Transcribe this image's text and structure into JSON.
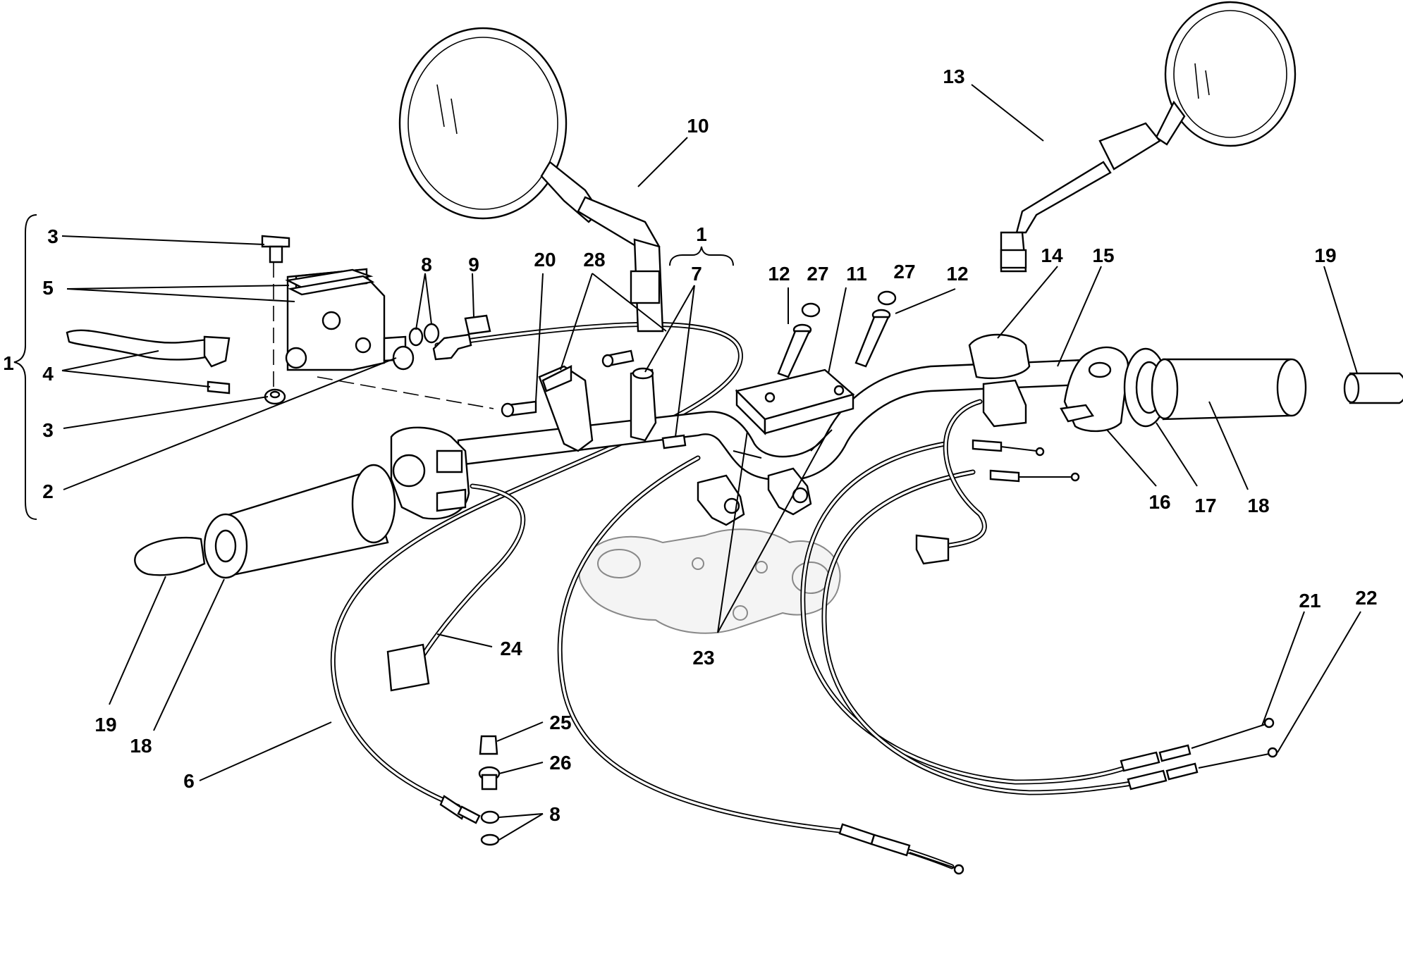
{
  "callouts": [
    {
      "id": "c1-left",
      "label": "1"
    },
    {
      "id": "c1-top",
      "label": "1"
    },
    {
      "id": "c2",
      "label": "2"
    },
    {
      "id": "c3-top",
      "label": "3"
    },
    {
      "id": "c3-bottom",
      "label": "3"
    },
    {
      "id": "c4",
      "label": "4"
    },
    {
      "id": "c5",
      "label": "5"
    },
    {
      "id": "c6",
      "label": "6"
    },
    {
      "id": "c7",
      "label": "7"
    },
    {
      "id": "c8-top",
      "label": "8"
    },
    {
      "id": "c8-bottom",
      "label": "8"
    },
    {
      "id": "c9",
      "label": "9"
    },
    {
      "id": "c10",
      "label": "10"
    },
    {
      "id": "c11",
      "label": "11"
    },
    {
      "id": "c12-left",
      "label": "12"
    },
    {
      "id": "c12-right",
      "label": "12"
    },
    {
      "id": "c13",
      "label": "13"
    },
    {
      "id": "c14",
      "label": "14"
    },
    {
      "id": "c15",
      "label": "15"
    },
    {
      "id": "c16",
      "label": "16"
    },
    {
      "id": "c17",
      "label": "17"
    },
    {
      "id": "c18-right",
      "label": "18"
    },
    {
      "id": "c18-left",
      "label": "18"
    },
    {
      "id": "c19-right",
      "label": "19"
    },
    {
      "id": "c19-left",
      "label": "19"
    },
    {
      "id": "c20",
      "label": "20"
    },
    {
      "id": "c21",
      "label": "21"
    },
    {
      "id": "c22",
      "label": "22"
    },
    {
      "id": "c23",
      "label": "23"
    },
    {
      "id": "c24",
      "label": "24"
    },
    {
      "id": "c25",
      "label": "25"
    },
    {
      "id": "c26",
      "label": "26"
    },
    {
      "id": "c27-left",
      "label": "27"
    },
    {
      "id": "c27-right",
      "label": "27"
    },
    {
      "id": "c28",
      "label": "28"
    }
  ]
}
